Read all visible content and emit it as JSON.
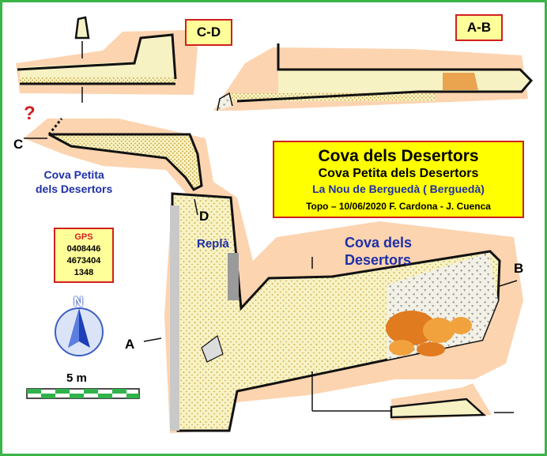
{
  "title": {
    "main": "Cova dels Desertors",
    "sub": "Cova Petita dels Desertors",
    "location": "La Nou de Berguedà  ( Berguedà)",
    "credits": "Topo – 10/06/2020   F. Cardona -  J. Cuenca"
  },
  "sections": {
    "cd": "C-D",
    "ab": "A-B"
  },
  "gps": {
    "label": "GPS",
    "x": "0408446",
    "y": "4673404",
    "z": "1348"
  },
  "labels": {
    "question": "?",
    "c": "C",
    "d": "D",
    "a": "A",
    "b": "B",
    "cova_petita_line1": "Cova Petita",
    "cova_petita_line2": "dels Desertors",
    "repla": "Replà",
    "cova_line1": "Cova dels",
    "cova_line2": "Desertors",
    "north": "N",
    "scale": "5 m"
  },
  "colors": {
    "frame": "#3ab54a",
    "rock": "#fcd4b0",
    "cave_floor": "#f7f2c4",
    "wall": "#111111",
    "title_bg": "#ffff00",
    "box_border": "#d0201f",
    "label_blue": "#1d2fa8",
    "compass": "#3b5fc4"
  }
}
